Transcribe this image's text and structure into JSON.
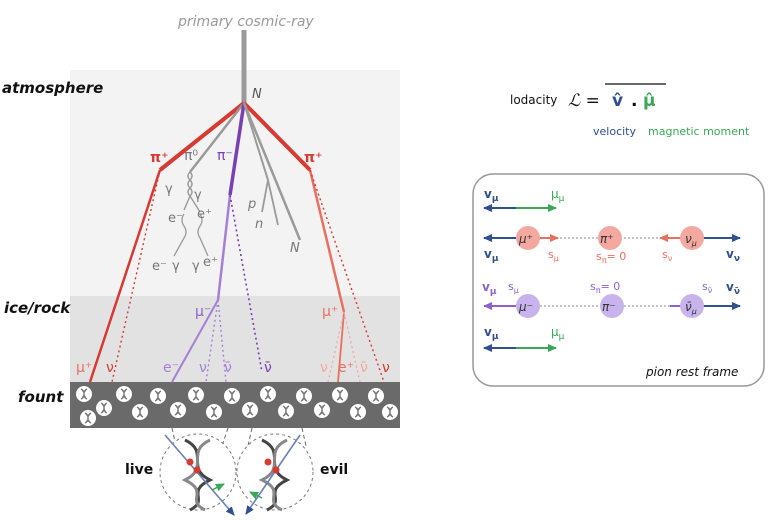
{
  "labels": {
    "primary": "primary cosmic-ray",
    "atmosphere": "atmosphere",
    "ice_rock": "ice/rock",
    "fount": "fount",
    "live": "live",
    "evil": "evil",
    "nucleus_top": "N",
    "nucleus_end": "N",
    "proton": "p",
    "neutron": "n"
  },
  "particles": {
    "pi_plus_left": "π⁺",
    "pi_zero": "π⁰",
    "pi_minus": "π⁻",
    "pi_plus_right": "π⁺",
    "gamma1": "γ",
    "gamma2": "γ",
    "e_minus_upper": "e⁻",
    "e_plus_upper": "e⁺",
    "e_minus_lower": "e⁻",
    "gamma3": "γ",
    "gamma4": "γ",
    "e_plus_lower": "e⁺",
    "mu_minus_mid": "μ⁻",
    "mu_plus_right": "μ⁺",
    "mu_plus_left": "μ⁺",
    "nu_left": "ν",
    "e_minus_mid": "e⁻",
    "nu_mid": "ν",
    "nubar_mid": "ν̄",
    "nubar_center": "ν̄",
    "nu_right1": "ν",
    "e_plus_right": "e⁺",
    "nubar_right": "ν̄",
    "nu_right2": "ν"
  },
  "lodacity": {
    "word": "lodacity",
    "symbol": "ℒ =",
    "v": "v̂",
    "dot": ".",
    "mu": "μ̂",
    "velocity": "velocity",
    "magnetic_moment": "magnetic moment"
  },
  "panel": {
    "row1_v": "v",
    "row1_v_sub": "μ",
    "row1_mu": "μ",
    "row1_mu_sub": "μ",
    "row2_v": "v",
    "row2_v_sub": "μ",
    "row2_muplus": "μ⁺",
    "row2_piplus": "π⁺",
    "row2_numu": "ν",
    "row2_numu_sub": "μ",
    "row2_vnu": "v",
    "row2_vnu_sub": "ν",
    "row2_s_mu": "s",
    "row2_s_mu_sub": "μ",
    "row2_s_pi": "s",
    "row2_s_pi_sub": "π",
    "row2_s_pi_val": "= 0",
    "row2_s_nu": "s",
    "row2_s_nu_sub": "ν",
    "row3_v": "v",
    "row3_v_sub": "μ",
    "row3_s_mu": "s",
    "row3_s_mu_sub": "μ",
    "row3_s_pi": "s",
    "row3_s_pi_sub": "π",
    "row3_s_pi_val": "= 0",
    "row3_s_nubar": "s",
    "row3_s_nubar_sub": "ν̄",
    "row3_v_nubar": "v",
    "row3_v_nubar_sub": "ν̄",
    "row3_muminus": "μ⁻",
    "row3_piminus": "π⁻",
    "row3_nubar": "ν̄",
    "row3_nubar_sub": "μ",
    "row4_v": "v",
    "row4_v_sub": "μ",
    "row4_mu": "μ",
    "row4_mu_sub": "μ",
    "frame": "pion rest frame"
  },
  "colors": {
    "red": "#d63a32",
    "salmon": "#e8705f",
    "purple": "#7a3fb5",
    "lavender": "#a57fd6",
    "gray": "#9a9a9a",
    "blue": "#2f4f8f",
    "green": "#3aa656",
    "atmosphere_bg": "#f3f3f3",
    "ice_bg": "#e2e2e2",
    "fount_bg": "#6b6a6a"
  },
  "icons": {
    "cell": "dna-cell-icon",
    "helix": "dna-helix-icon"
  }
}
